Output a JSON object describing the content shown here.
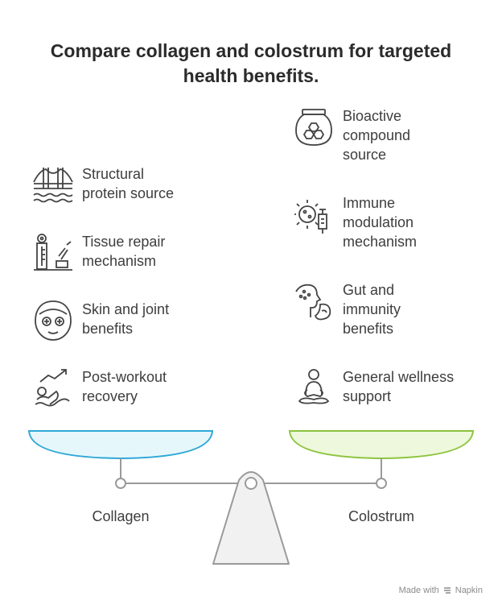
{
  "title_line1": "Compare collagen and colostrum for targeted",
  "title_line2": "health benefits.",
  "left": {
    "name": "Collagen",
    "items": [
      {
        "label": "Structural\nprotein source",
        "icon": "bridge-icon"
      },
      {
        "label": "Tissue repair\nmechanism",
        "icon": "microscope-icon"
      },
      {
        "label": "Skin and joint\nbenefits",
        "icon": "face-mask-icon"
      },
      {
        "label": "Post-workout\nrecovery",
        "icon": "exercise-trend-icon"
      }
    ]
  },
  "right": {
    "name": "Colostrum",
    "items": [
      {
        "label": "Bioactive\ncompound\nsource",
        "icon": "honey-jar-icon"
      },
      {
        "label": "Immune\nmodulation\nmechanism",
        "icon": "virus-vaccine-icon"
      },
      {
        "label": "Gut and\nimmunity\nbenefits",
        "icon": "head-gut-icon"
      },
      {
        "label": "General wellness\nsupport",
        "icon": "meditation-icon"
      }
    ]
  },
  "credit": "Made with",
  "credit_brand": "Napkin",
  "colors": {
    "left_pan": "#2fa9d6",
    "left_fill": "#e6f7fc",
    "right_pan": "#8dc43f",
    "right_fill": "#eef8dc"
  }
}
